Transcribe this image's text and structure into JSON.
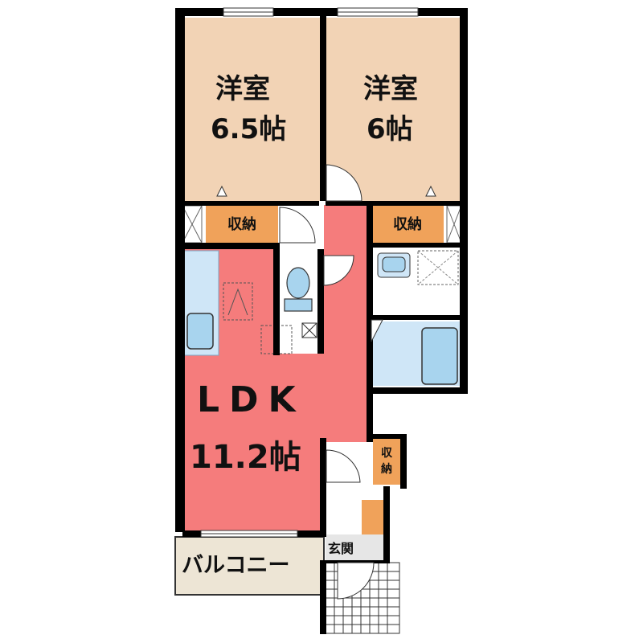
{
  "rooms": {
    "western_left": {
      "name": "洋室",
      "size": "6.5帖"
    },
    "western_right": {
      "name": "洋室",
      "size": "6帖"
    },
    "ldk": {
      "name": "LDK",
      "size": "11.2帖"
    },
    "storage_left": {
      "label": "収納"
    },
    "storage_right": {
      "label": "収納"
    },
    "storage_hall": {
      "label": "収納"
    },
    "entrance": {
      "label": "玄関"
    },
    "balcony": {
      "label": "バルコニー"
    }
  },
  "colors": {
    "western": "#f2d3b5",
    "ldk": "#f57c7c",
    "storage": "#f0a25a",
    "wet": "#cfe6f7",
    "fixture": "#a8d4ee",
    "balcony": "#ede5d5",
    "wall": "#000000"
  }
}
